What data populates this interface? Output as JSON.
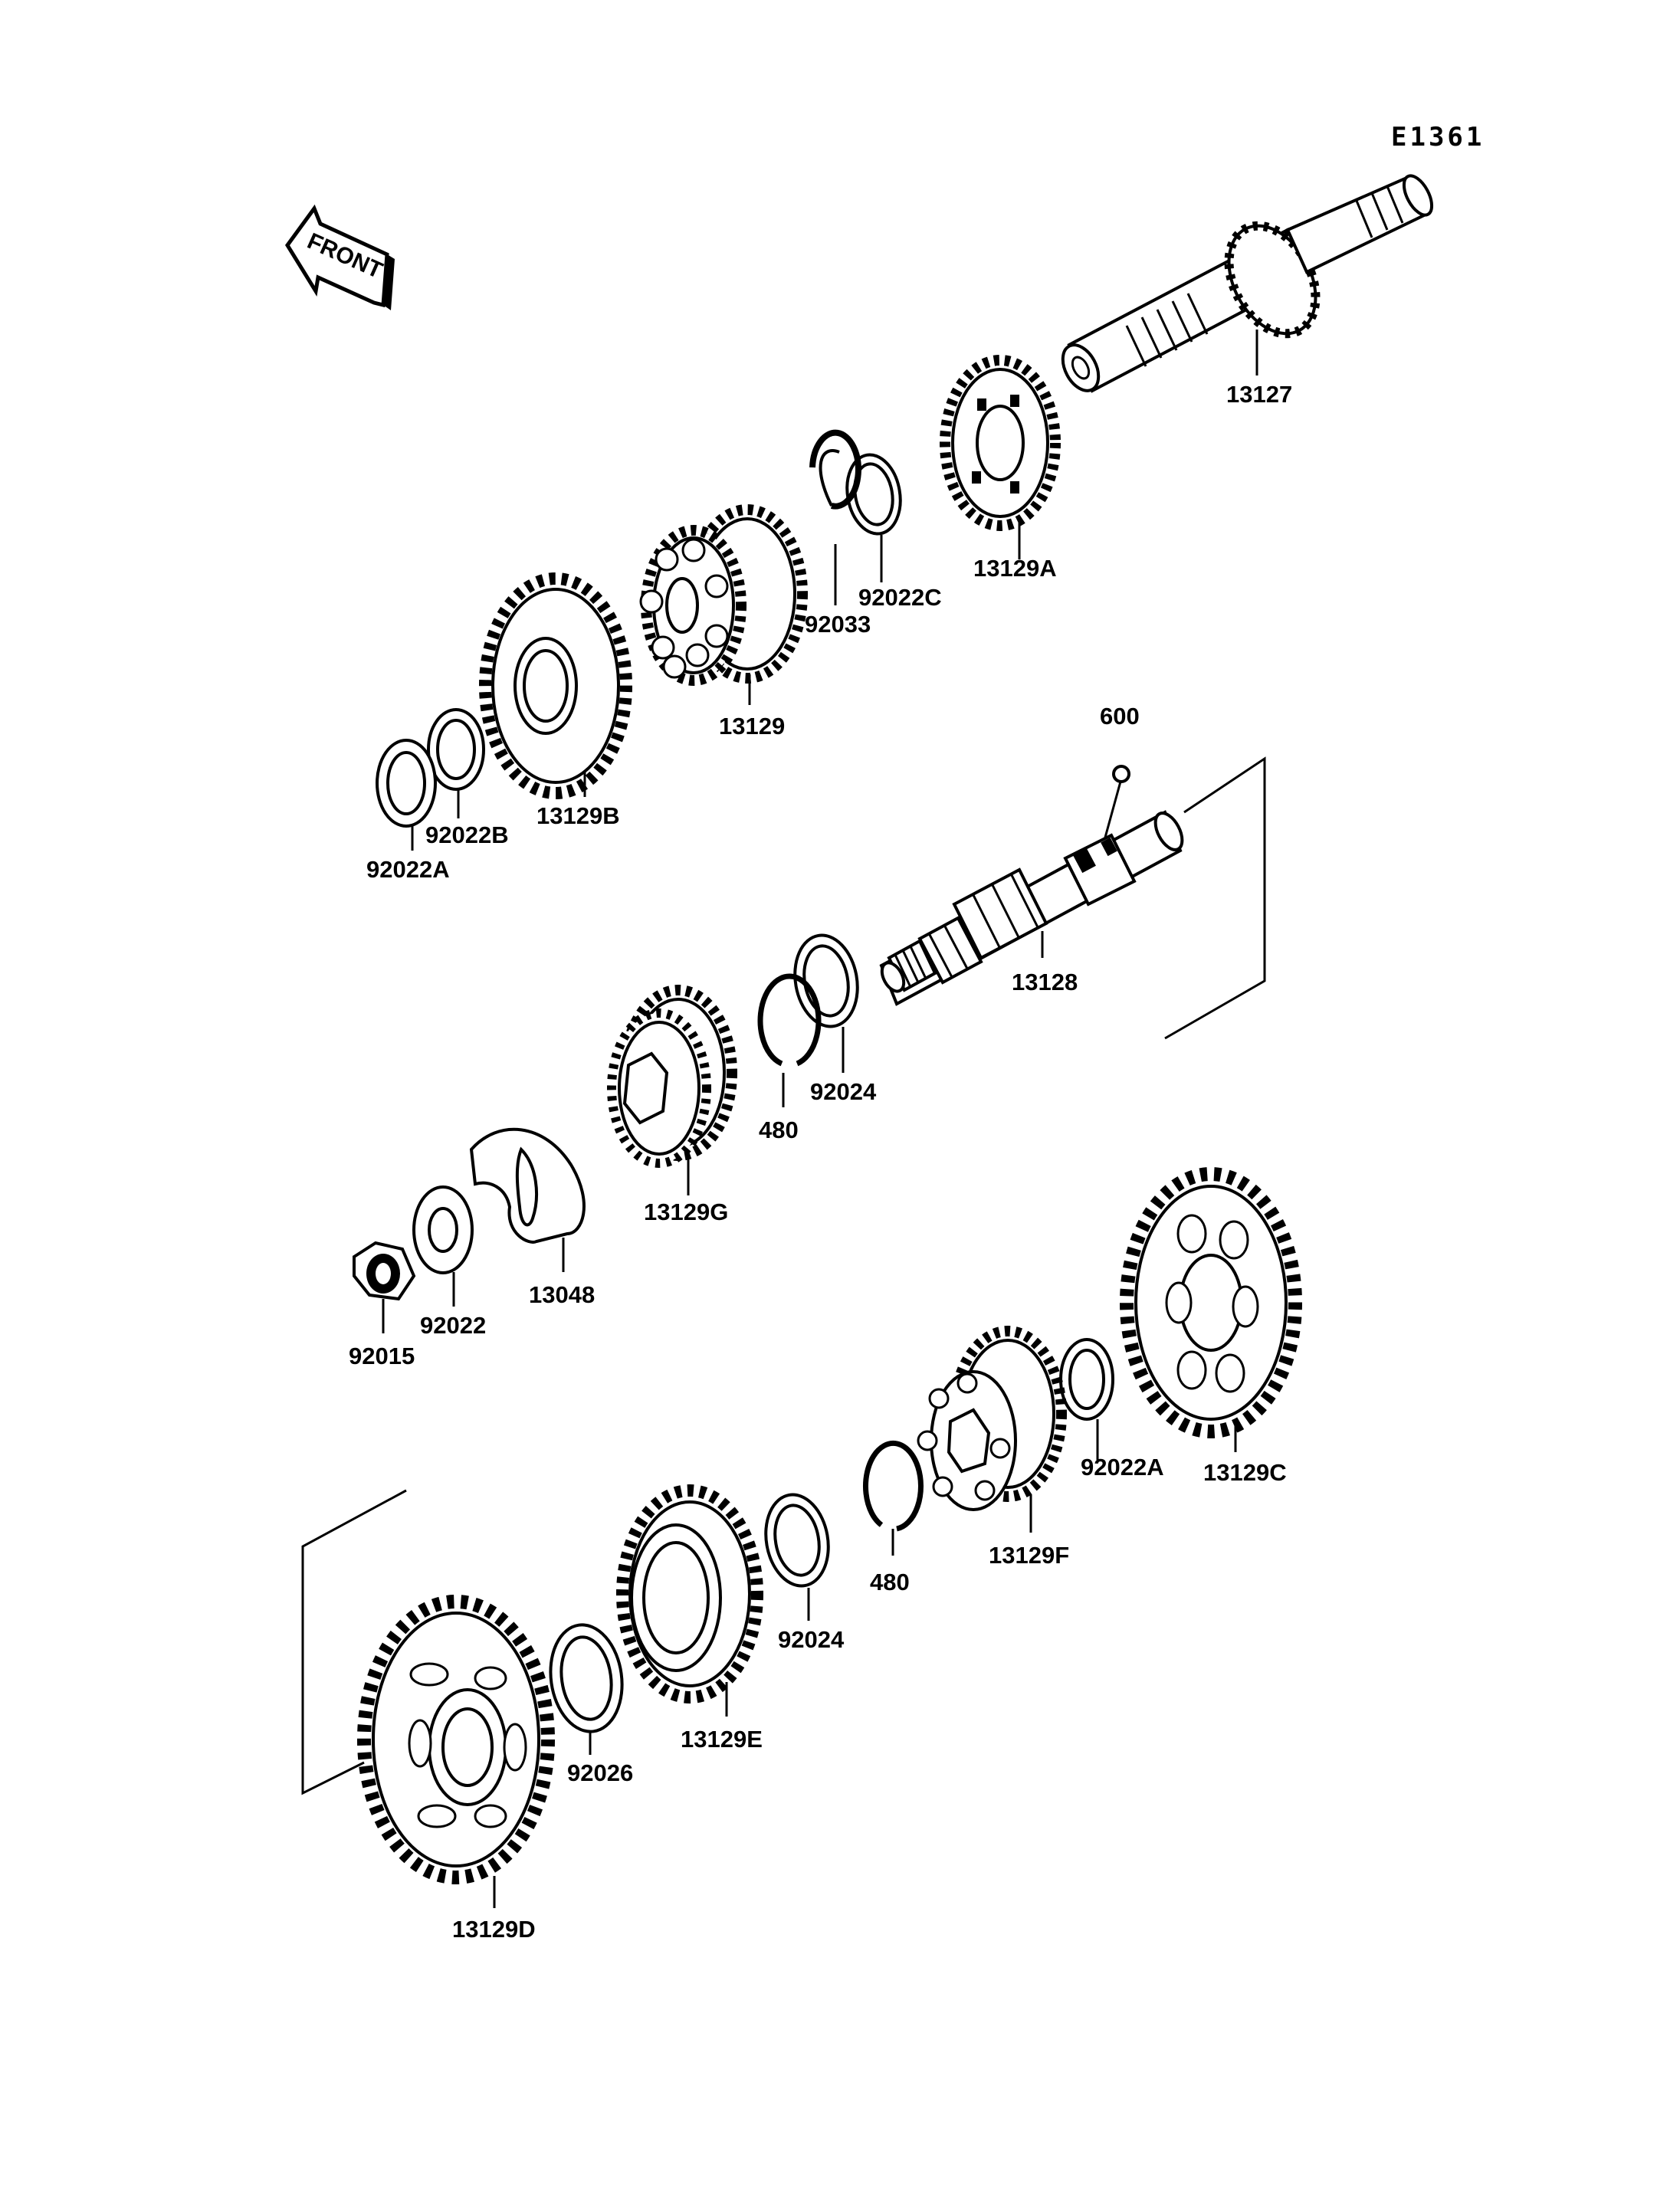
{
  "drawing": {
    "reference": "E1361",
    "front_indicator": "FRONT"
  },
  "parts": {
    "p13127": "13127",
    "p13129A": "13129A",
    "p92022C": "92022C",
    "p92033": "92033",
    "p13129": "13129",
    "p13129B": "13129B",
    "p92022B": "92022B",
    "p92022A_top": "92022A",
    "p600": "600",
    "p13128": "13128",
    "p92024_mid": "92024",
    "p480_mid": "480",
    "p13129G": "13129G",
    "p13048": "13048",
    "p92022": "92022",
    "p92015": "92015",
    "p13129C": "13129C",
    "p92022A_low": "92022A",
    "p13129F": "13129F",
    "p480_low": "480",
    "p92024_low": "92024",
    "p13129E": "13129E",
    "p92026": "92026",
    "p13129D": "13129D"
  }
}
